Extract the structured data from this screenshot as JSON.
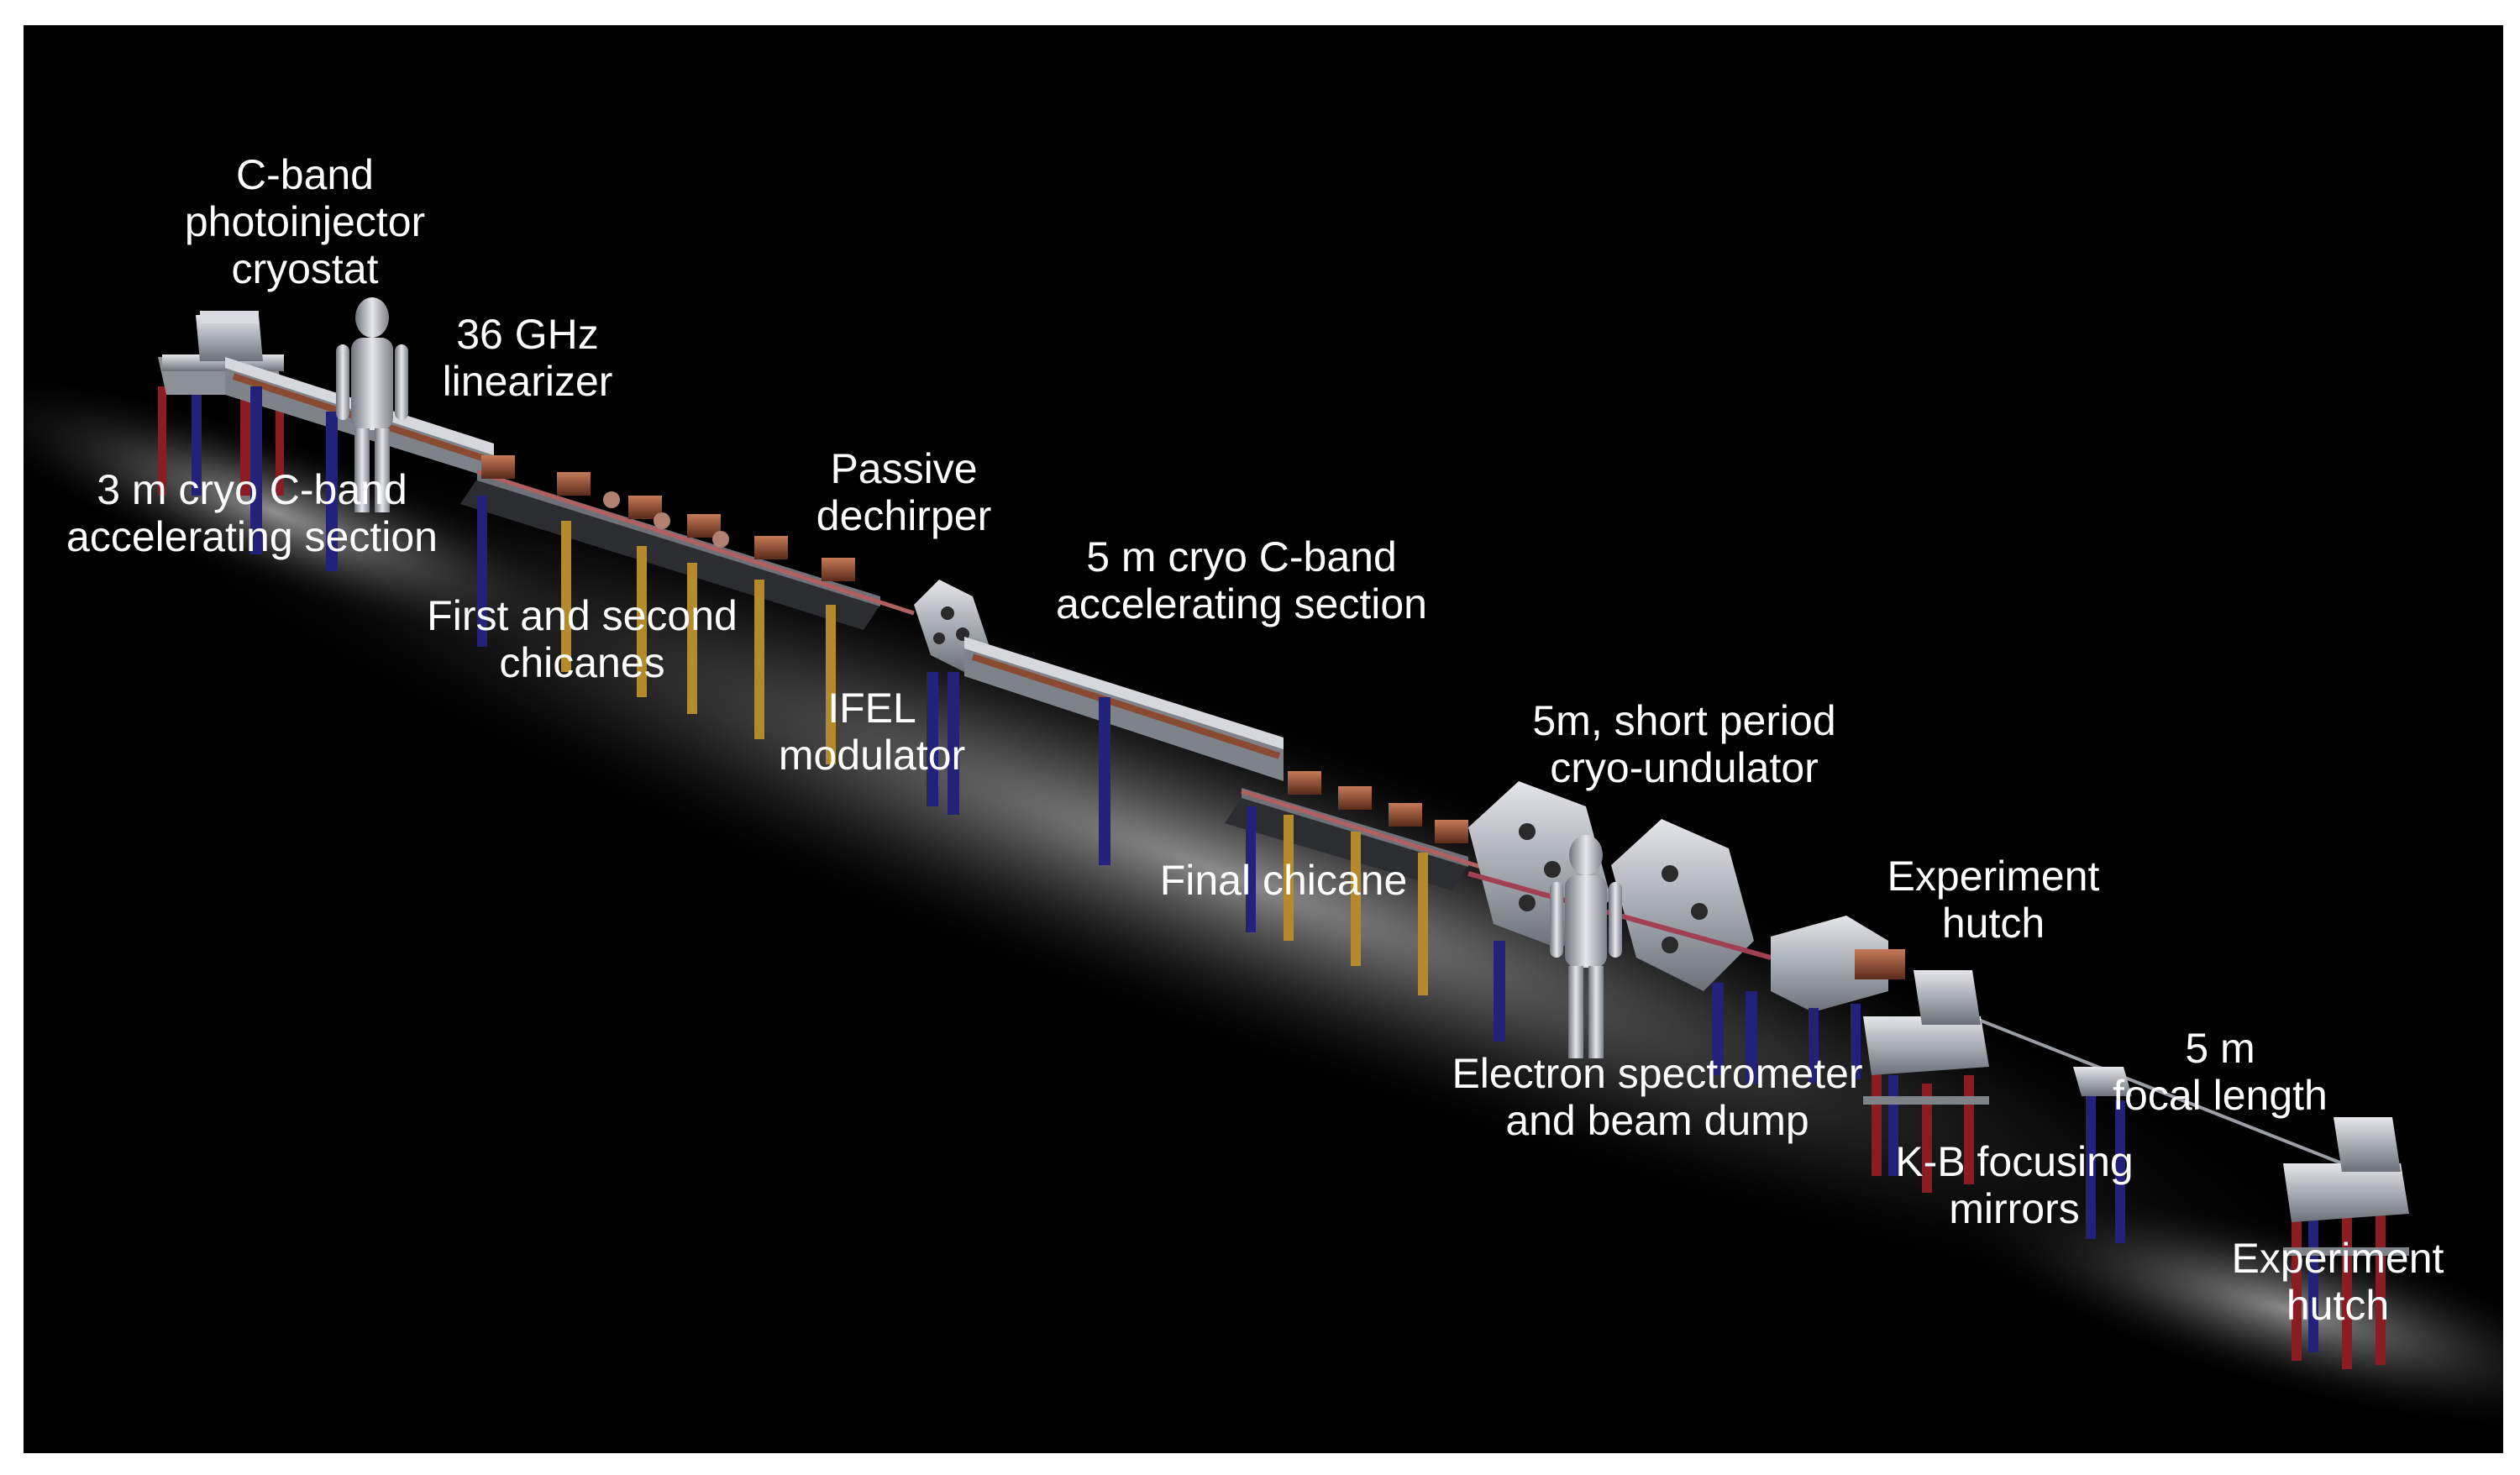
{
  "colors": {
    "background": "#000000",
    "frame": "#ffffff",
    "beamline_metal": "#b8bcc2",
    "copper": "#8a4a32",
    "blue_support": "#22227a",
    "red_support": "#8a1c22",
    "gold_support": "#b48a2a",
    "label_text": "#ffffff"
  },
  "labels": {
    "photoinjector": [
      "C-band",
      "photoinjector",
      "cryostat"
    ],
    "linearizer": [
      "36 GHz",
      "linearizer"
    ],
    "accel3m": [
      "3 m cryo C-band",
      "accelerating section"
    ],
    "dechirper": [
      "Passive",
      "dechirper"
    ],
    "accel5m": [
      "5 m cryo C-band",
      "accelerating section"
    ],
    "chicanes12": [
      "First and second",
      "chicanes"
    ],
    "ifel": [
      "IFEL",
      "modulator"
    ],
    "undulator": [
      "5m, short period",
      "cryo-undulator"
    ],
    "final_chicane": [
      "Final chicane"
    ],
    "hutch1": [
      "Experiment",
      "hutch"
    ],
    "spectrometer": [
      "Electron spectrometer",
      "and beam dump"
    ],
    "focal": [
      "5 m",
      "focal length"
    ],
    "kb": [
      "K-B focusing",
      "mirrors"
    ],
    "hutch2": [
      "Experiment",
      "hutch"
    ]
  }
}
